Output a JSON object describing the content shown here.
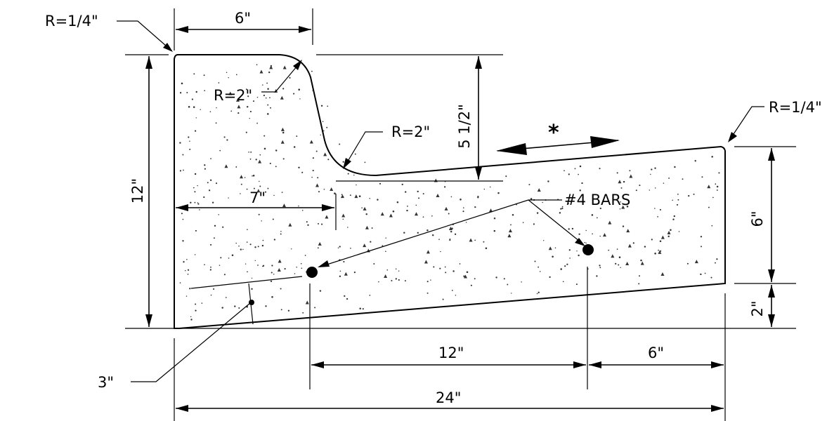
{
  "labels": {
    "radius_top_left": "R=1/4\"",
    "radius_top_right": "R=1/4\"",
    "radius_upper_fillet": "R=2\"",
    "radius_lower_fillet": "R=2\"",
    "dim_top_width": "6\"",
    "dim_total_height": "12\"",
    "dim_step_height": "5 1/2\"",
    "dim_to_face": "7\"",
    "rebar_callout": "#4 BARS",
    "slope_note": "*",
    "dim_right_height": "6\"",
    "dim_right_bottom": "2\"",
    "dim_cover": "3\"",
    "dim_bar_spacing": "12\"",
    "dim_bar_to_edge": "6\"",
    "dim_total_width": "24\""
  },
  "colors": {
    "line": "#000000",
    "background": "#ffffff"
  }
}
